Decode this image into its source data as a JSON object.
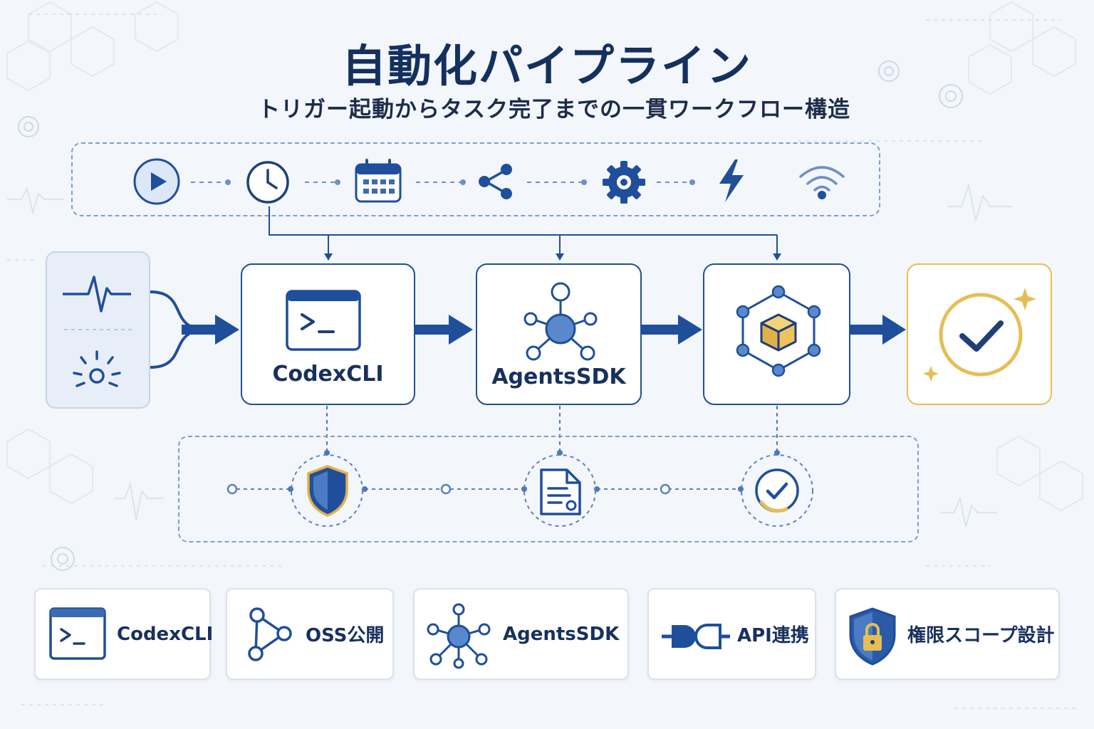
{
  "header": {
    "title": "自動化パイプライン",
    "subtitle": "トリガー起動からタスク完了までの一貫ワークフロー構造"
  },
  "trigger_bar": {
    "icons": [
      "play-icon",
      "clock-icon",
      "calendar-icon",
      "share-icon",
      "gear-icon",
      "lightning-icon",
      "wifi-icon"
    ]
  },
  "input_sources": {
    "icons": [
      "pulse-wave-icon",
      "sparkle-light-icon"
    ]
  },
  "stages": [
    {
      "label": "CodexCLI",
      "icon": "terminal-icon"
    },
    {
      "label": "AgentsSDK",
      "icon": "agent-network-icon"
    },
    {
      "label": "",
      "icon": "cube-hexagon-icon"
    }
  ],
  "final_stage": {
    "icon": "check-circle-icon"
  },
  "verification_row": {
    "icons": [
      "shield-icon",
      "document-icon",
      "check-badge-icon"
    ]
  },
  "features": [
    {
      "label": "CodexCLI",
      "icon": "terminal-icon"
    },
    {
      "label": "OSS公開",
      "icon": "graph-nodes-icon"
    },
    {
      "label": "AgentsSDK",
      "icon": "agent-network-icon"
    },
    {
      "label": "API連携",
      "icon": "plug-icon"
    },
    {
      "label": "権限スコープ設計",
      "icon": "lock-shield-icon"
    }
  ],
  "colors": {
    "primary": "#1f4f9a",
    "accent": "#e6be55",
    "background": "#f3f6fa",
    "text": "#16305f"
  }
}
